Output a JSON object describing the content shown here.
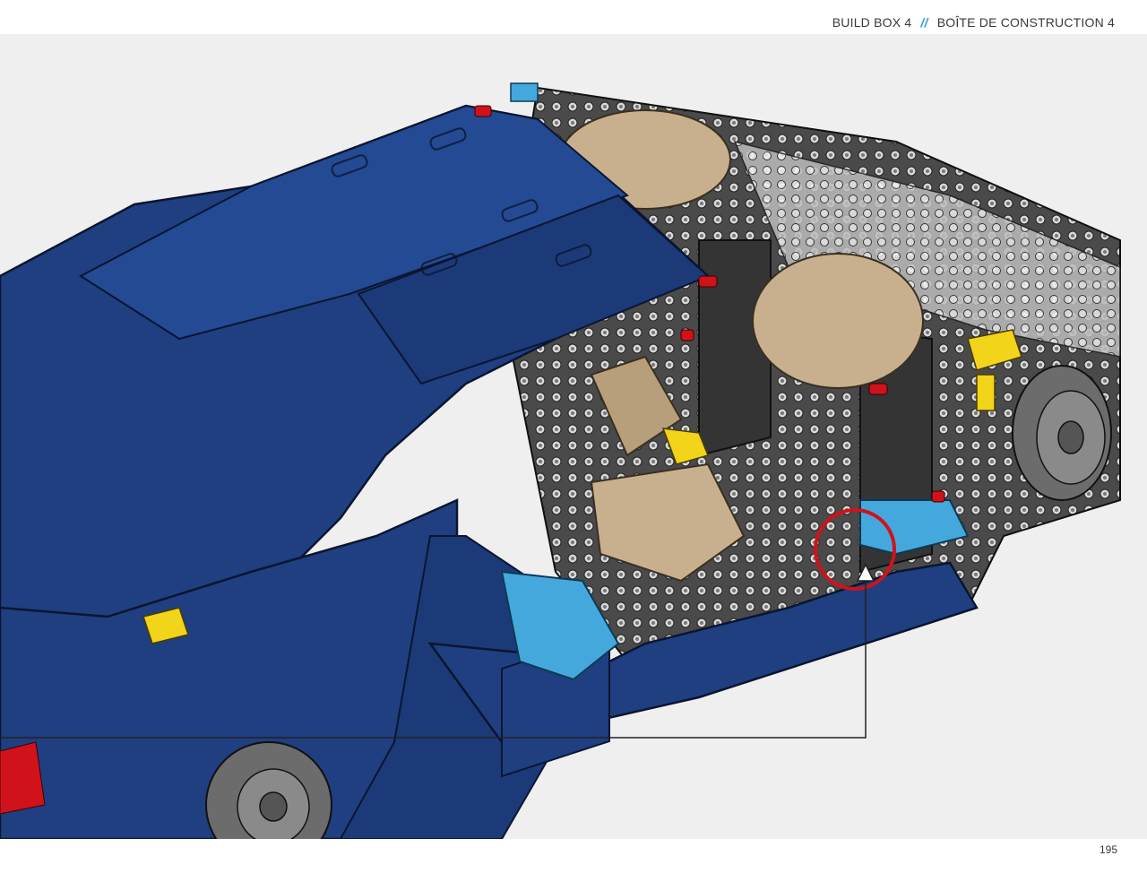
{
  "header": {
    "build_box": "BUILD BOX 4",
    "separator": "//",
    "build_box_fr": "BOÎTE DE CONSTRUCTION 4"
  },
  "illustration": {
    "subject": "lego-technic-car-assembly",
    "callout_icon": "red-circle-highlight-icon",
    "pointer_icon": "arrow-up-icon"
  },
  "colors": {
    "body_blue": "#1f3f80",
    "frame_dark": "#3a3a3a",
    "beige": "#c8b08e",
    "light_blue": "#45a8dc",
    "yellow": "#f2d41a",
    "red_highlight": "#d0121b",
    "accent_blue": "#2a9fd8",
    "background": "#efefef"
  },
  "footer": {
    "page_number": "195"
  }
}
